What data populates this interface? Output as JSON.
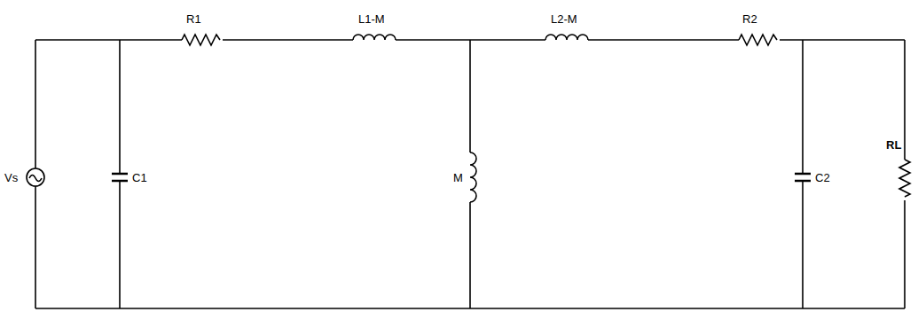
{
  "diagram": {
    "labels": [
      "R1",
      "L1-M",
      "L2-M",
      "R2",
      "Vs",
      "C1",
      "M",
      "C2",
      "RL"
    ]
  }
}
